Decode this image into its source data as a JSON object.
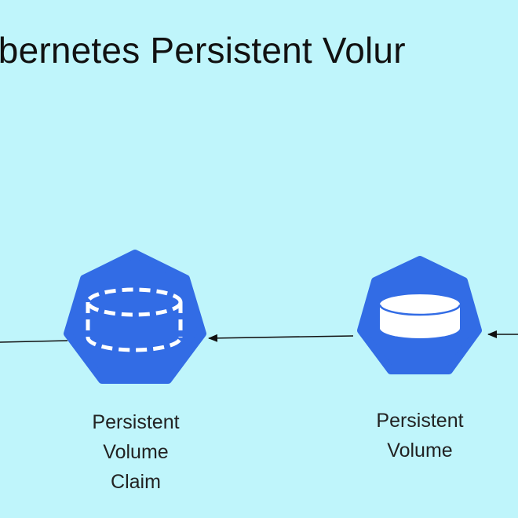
{
  "title": "ubernetes Persistent Volur",
  "nodes": {
    "pvc": {
      "label_lines": [
        "Persistent",
        "Volume",
        "Claim"
      ],
      "icon": "persistent-volume-claim-icon"
    },
    "pv": {
      "label_lines": [
        "Persistent",
        "Volume"
      ],
      "icon": "persistent-volume-icon"
    }
  },
  "colors": {
    "background": "#bff5fb",
    "node_fill": "#326ce5",
    "icon_detail": "#ffffff",
    "arrow": "#111111"
  }
}
